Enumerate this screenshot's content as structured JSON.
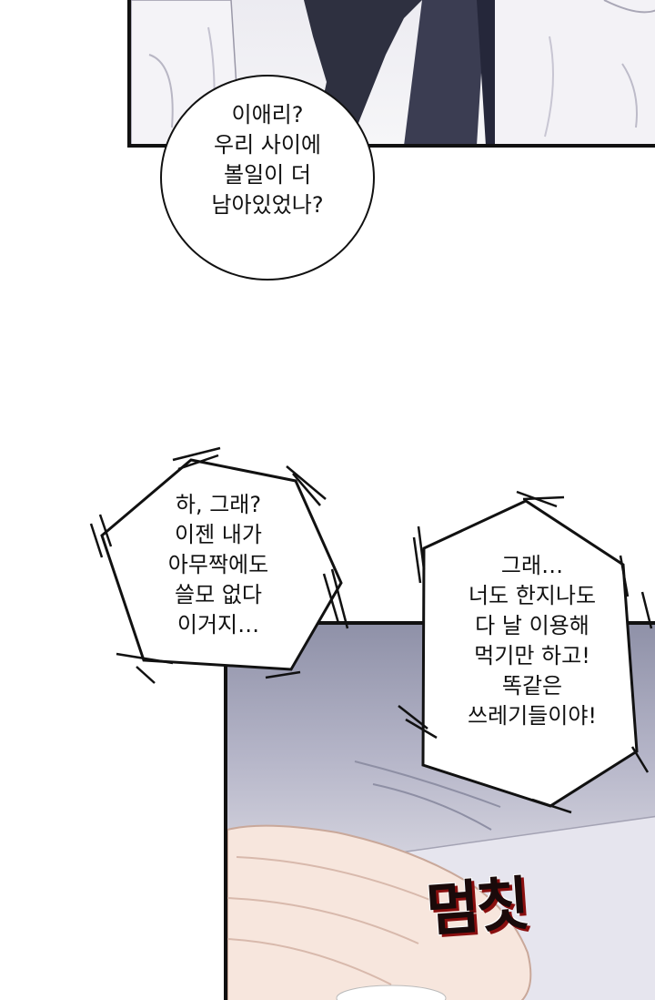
{
  "bubbles": {
    "top": "이애리?\n우리 사이에\n볼일이 더\n남아있었나?",
    "left": "하, 그래?\n이젠 내가\n아무짝에도\n쓸모 없다\n이거지…",
    "right": "그래…\n너도 한지나도\n다 날 이용해\n먹기만 하고!\n똑같은\n쓰레기들이야!"
  },
  "sound_effect": "멈칫",
  "colors": {
    "sfx_outline": "#8a0f0f",
    "panel_border": "#111111"
  }
}
